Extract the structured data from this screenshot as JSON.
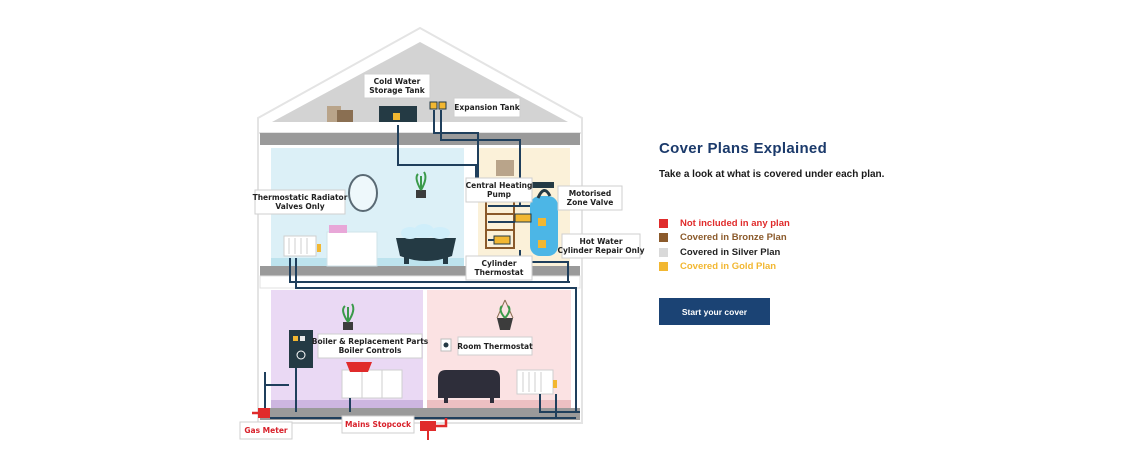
{
  "panel": {
    "title": "Cover Plans Explained",
    "subtitle": "Take a look at what is covered under each plan.",
    "legend": [
      {
        "label": "Not included in any plan",
        "color": "#e02b2b"
      },
      {
        "label": "Covered in Bronze Plan",
        "color": "#8b5a2b"
      },
      {
        "label": "Covered in Silver Plan",
        "color": "#d9d9d9"
      },
      {
        "label": "Covered in Gold Plan",
        "color": "#f2b731"
      }
    ],
    "cta_label": "Start your cover"
  },
  "diagram": {
    "labels": {
      "cold_water_tank": [
        "Cold Water",
        "Storage Tank"
      ],
      "expansion_tank": [
        "Expansion Tank"
      ],
      "trv": [
        "Thermostatic Radiator",
        "Valves Only"
      ],
      "central_heating_pump": [
        "Central Heating",
        "Pump"
      ],
      "motorised_valve": [
        "Motorised",
        "Zone Valve"
      ],
      "hot_water_cylinder": [
        "Hot Water",
        "Cylinder Repair Only"
      ],
      "cylinder_thermostat": [
        "Cylinder",
        "Thermostat"
      ],
      "boiler": [
        "Boiler & Replacement Parts",
        "Boiler Controls"
      ],
      "room_thermostat": [
        "Room Thermostat"
      ],
      "gas_meter": [
        "Gas Meter"
      ],
      "mains_stopcock": [
        "Mains Stopcock"
      ]
    },
    "colors": {
      "gold": "#f2b731",
      "red": "#e02b2b",
      "pipe": "#1f3f5c",
      "bathroom": "#dcf0f7",
      "airing_cupboard": "#fbf1d9",
      "living_room": "#ead9f4",
      "lounge": "#fbe2e3",
      "roof": "#d3d3d3",
      "floor": "#9a9a9a"
    }
  }
}
